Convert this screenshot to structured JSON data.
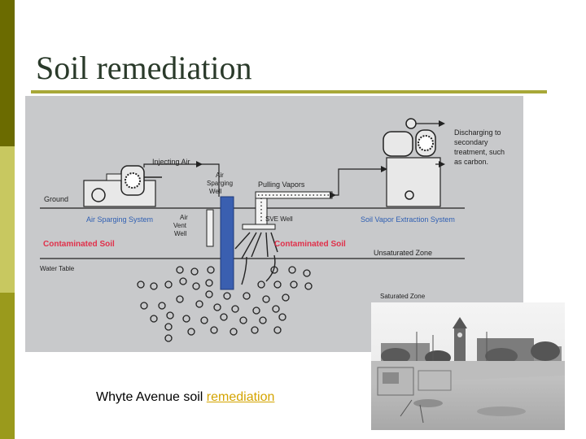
{
  "slide": {
    "title": "Soil remediation",
    "caption_text": "Whyte Avenue soil",
    "caption_link": "remediation"
  },
  "diagram": {
    "labels": {
      "injecting_air": "Injecting Air",
      "ground": "Ground",
      "air_sparging_system": "Air Sparging System",
      "air_sparging_well": [
        "Air",
        "Sparging",
        "Well"
      ],
      "air_vent_well": [
        "Air",
        "Vent",
        "Well"
      ],
      "pulling_vapors": "Pulling Vapors",
      "sve_well": "SVE Well",
      "discharging": [
        "Discharging to",
        "secondary",
        "treatment, such",
        "as carbon."
      ],
      "soil_vapor_extraction_system": "Soil Vapor Extraction System",
      "contaminated_soil_left": "Contaminated Soil",
      "contaminated_soil_right": "Contaminated Soil",
      "unsaturated_zone": "Unsaturated Zone",
      "water_table": "Water Table",
      "saturated_zone": "Saturated Zone"
    }
  },
  "colors": {
    "bar_dark": "#6b6b00",
    "bar_light": "#c8c860",
    "bar_mid": "#9a9a1c",
    "title_rule": "#a8a838",
    "diagram_bg": "#c8c9cb",
    "well_blue": "#3a5fb0",
    "label_blue": "#2f5fb3",
    "label_red": "#e0304a",
    "link": "#d4a400"
  }
}
